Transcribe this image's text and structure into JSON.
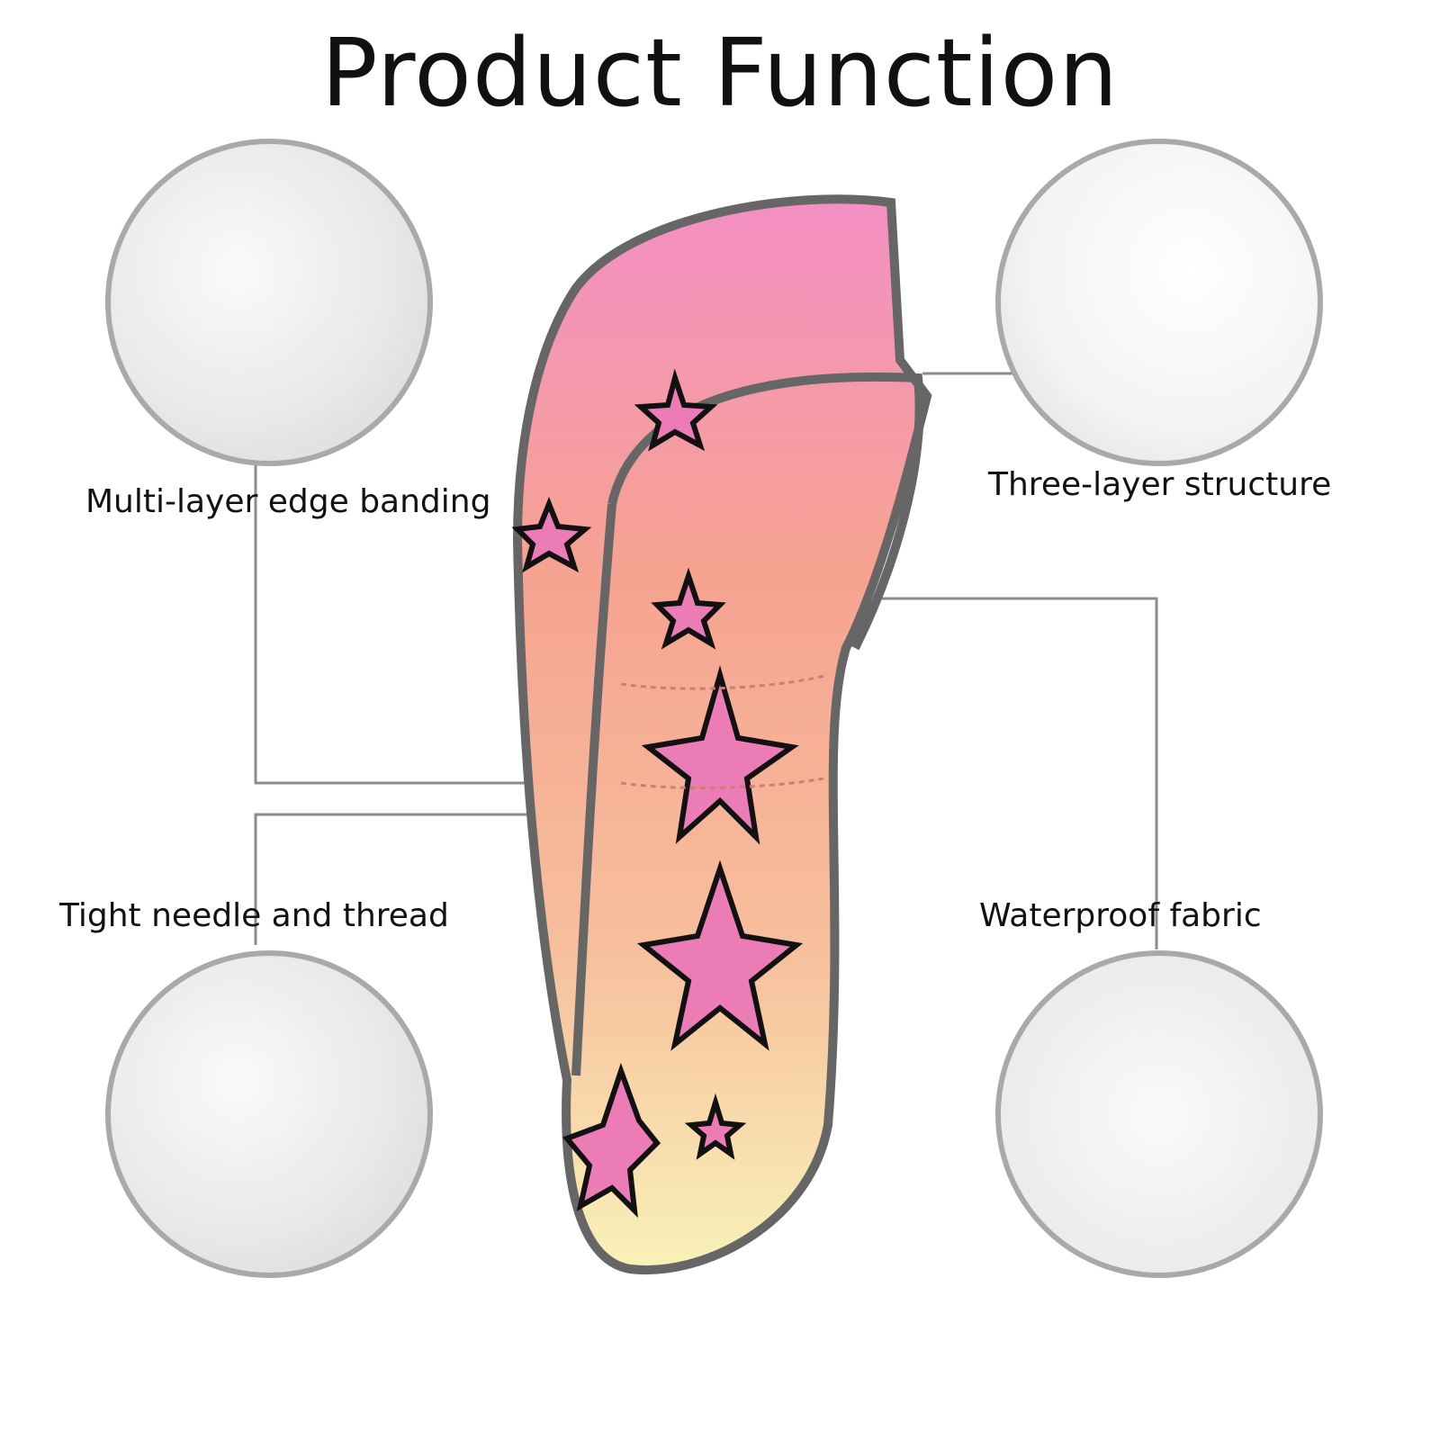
{
  "title": "Product Function",
  "features": [
    {
      "label": "Multi-layer edge banding"
    },
    {
      "label": "Three-layer structure"
    },
    {
      "label": "Tight needle and thread"
    },
    {
      "label": "Waterproof fabric"
    }
  ],
  "colors": {
    "border": "#a9a9a9",
    "line": "#8c8c8c",
    "pink": "#ea7fb8",
    "peach": "#f4a58f",
    "cream": "#f8efb8"
  }
}
